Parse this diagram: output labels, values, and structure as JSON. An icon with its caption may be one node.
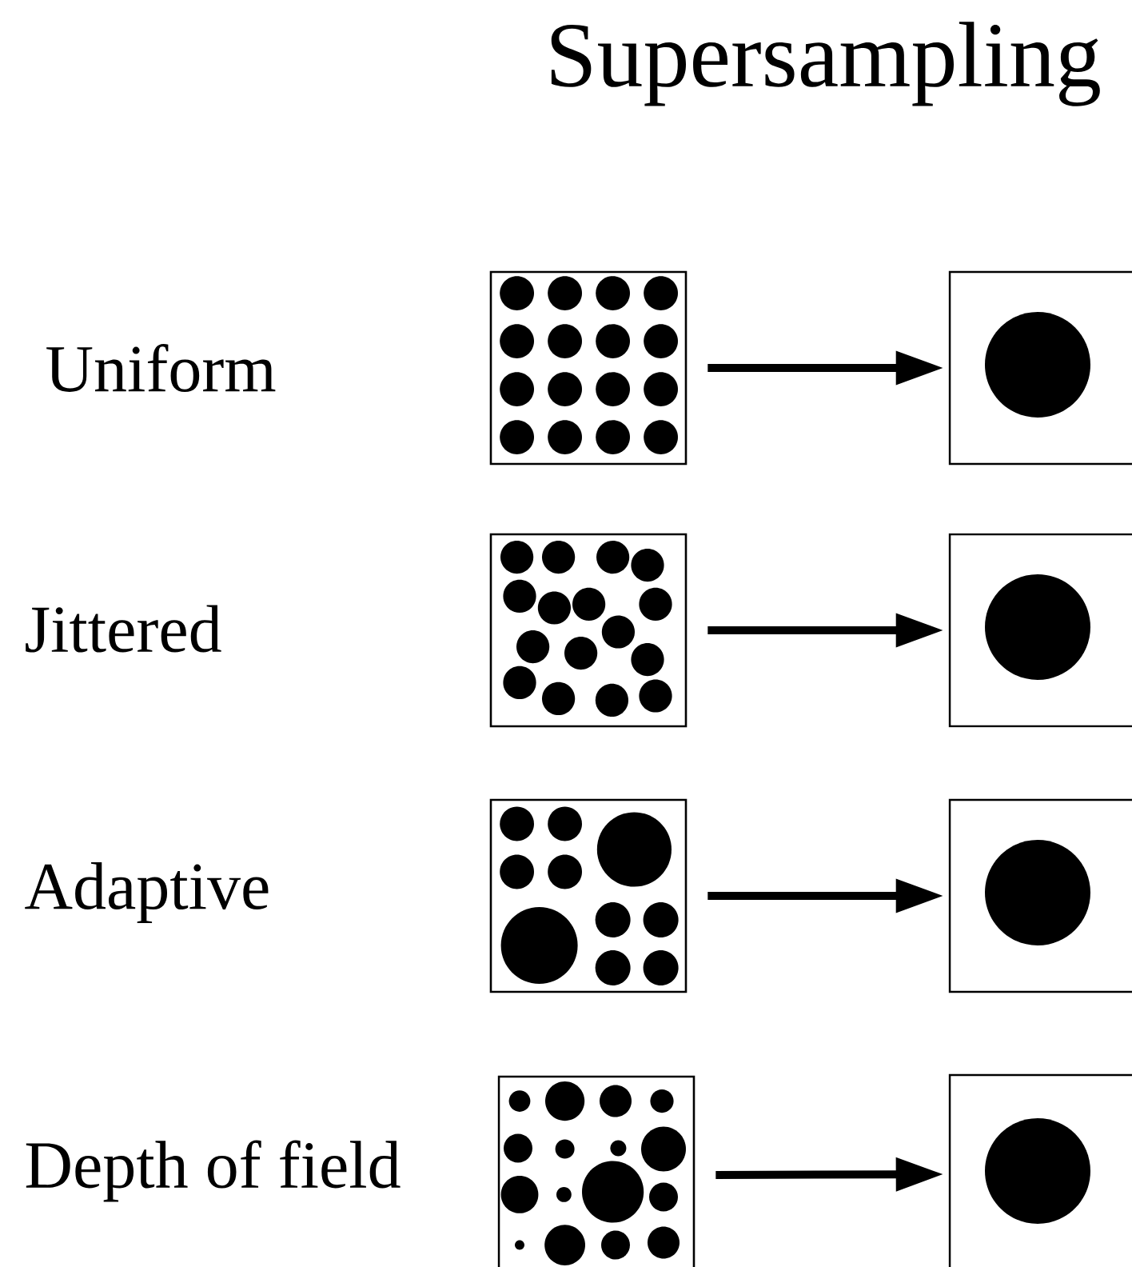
{
  "diagram": {
    "title": "Supersampling",
    "nodes": [
      {
        "text": [],
        "shape": "box"
      },
      {
        "text": [],
        "shape": "box"
      },
      {
        "text": [],
        "shape": "box"
      },
      {
        "text": [],
        "shape": "box"
      },
      {
        "text": [],
        "shape": "box"
      },
      {
        "text": [],
        "shape": "box"
      },
      {
        "text": [],
        "shape": "box"
      },
      {
        "text": [],
        "shape": "box"
      }
    ],
    "edges": [
      {
        "from": 0,
        "to": 1,
        "arrow": "to"
      },
      {
        "from": 2,
        "to": 3,
        "arrow": "to"
      },
      {
        "from": 4,
        "to": 5,
        "arrow": "to"
      },
      {
        "from": 6,
        "to": 7,
        "arrow": "to"
      }
    ],
    "labels": [
      "Uniform",
      "Jittered",
      "Adaptive",
      "Depth of field"
    ]
  }
}
